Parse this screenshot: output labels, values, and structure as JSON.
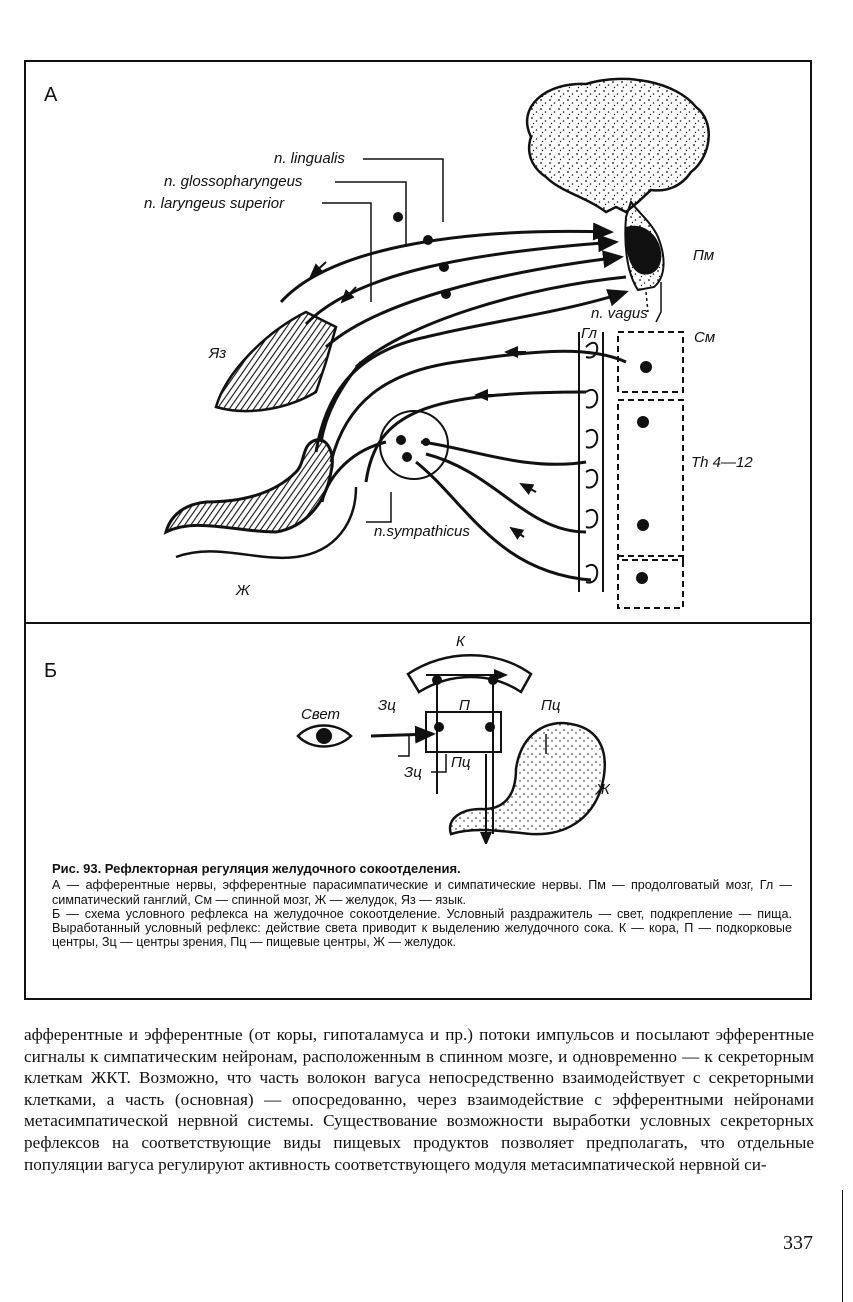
{
  "figure": {
    "panel_a": {
      "letter": "А",
      "labels": {
        "lingualis": "n. lingualis",
        "glossopharyngeus": "n. glossopharyngeus",
        "laryngeus": "n. laryngeus superior",
        "vagus": "n. vagus",
        "pm": "Пм",
        "gl": "Гл",
        "sm": "См",
        "th": "Th 4—12",
        "yaz": "Яз",
        "sympathicus": "n.sympathicus",
        "zh": "Ж"
      }
    },
    "panel_b": {
      "letter": "Б",
      "labels": {
        "k": "К",
        "svet": "Свет",
        "zts_top": "Зц",
        "p": "П",
        "pts_top": "Пц",
        "zts_bottom": "Зц",
        "pts_bottom": "Пц",
        "zh": "Ж"
      }
    },
    "caption": {
      "title": "Рис. 93. Рефлекторная регуляция желудочного сокоотделения.",
      "lines": [
        "А — афферентные нервы, эфферентные парасимпатические и симпатические нервы. Пм — продолговатый мозг, Гл — симпатический ганглий, См — спинной мозг, Ж — желудок, Яз — язык.",
        "Б — схема условного рефлекса на желудочное сокоотделение. Условный раздражитель — свет, подкрепление — пища. Выработанный условный рефлекс: действие света приводит к выделению желудочного сока. К — кора, П — подкорковые центры, Зц — центры зрения, Пц — пищевые центры, Ж — желудок."
      ]
    }
  },
  "body_text": "афферентные и эфферентные (от коры, гипоталамуса и пр.) потоки импульсов и посылают эфферентные сигналы к симпатическим нейронам, расположенным в спинном мозге, и одновременно — к секреторным клеткам ЖКТ. Возможно, что часть волокон вагуса непосредственно взаимодействует с секреторными клетками, а часть (основная) — опосредованно, через взаимодействие с эфферентными нейронами метасимпатической нервной системы. Существование возможности выработки условных секреторных рефлексов на соответствующие виды пищевых продуктов позволяет предполагать, что отдельные популяции вагуса регулируют активность соответствующего модуля метасимпатической нервной си-",
  "page_number": "337"
}
